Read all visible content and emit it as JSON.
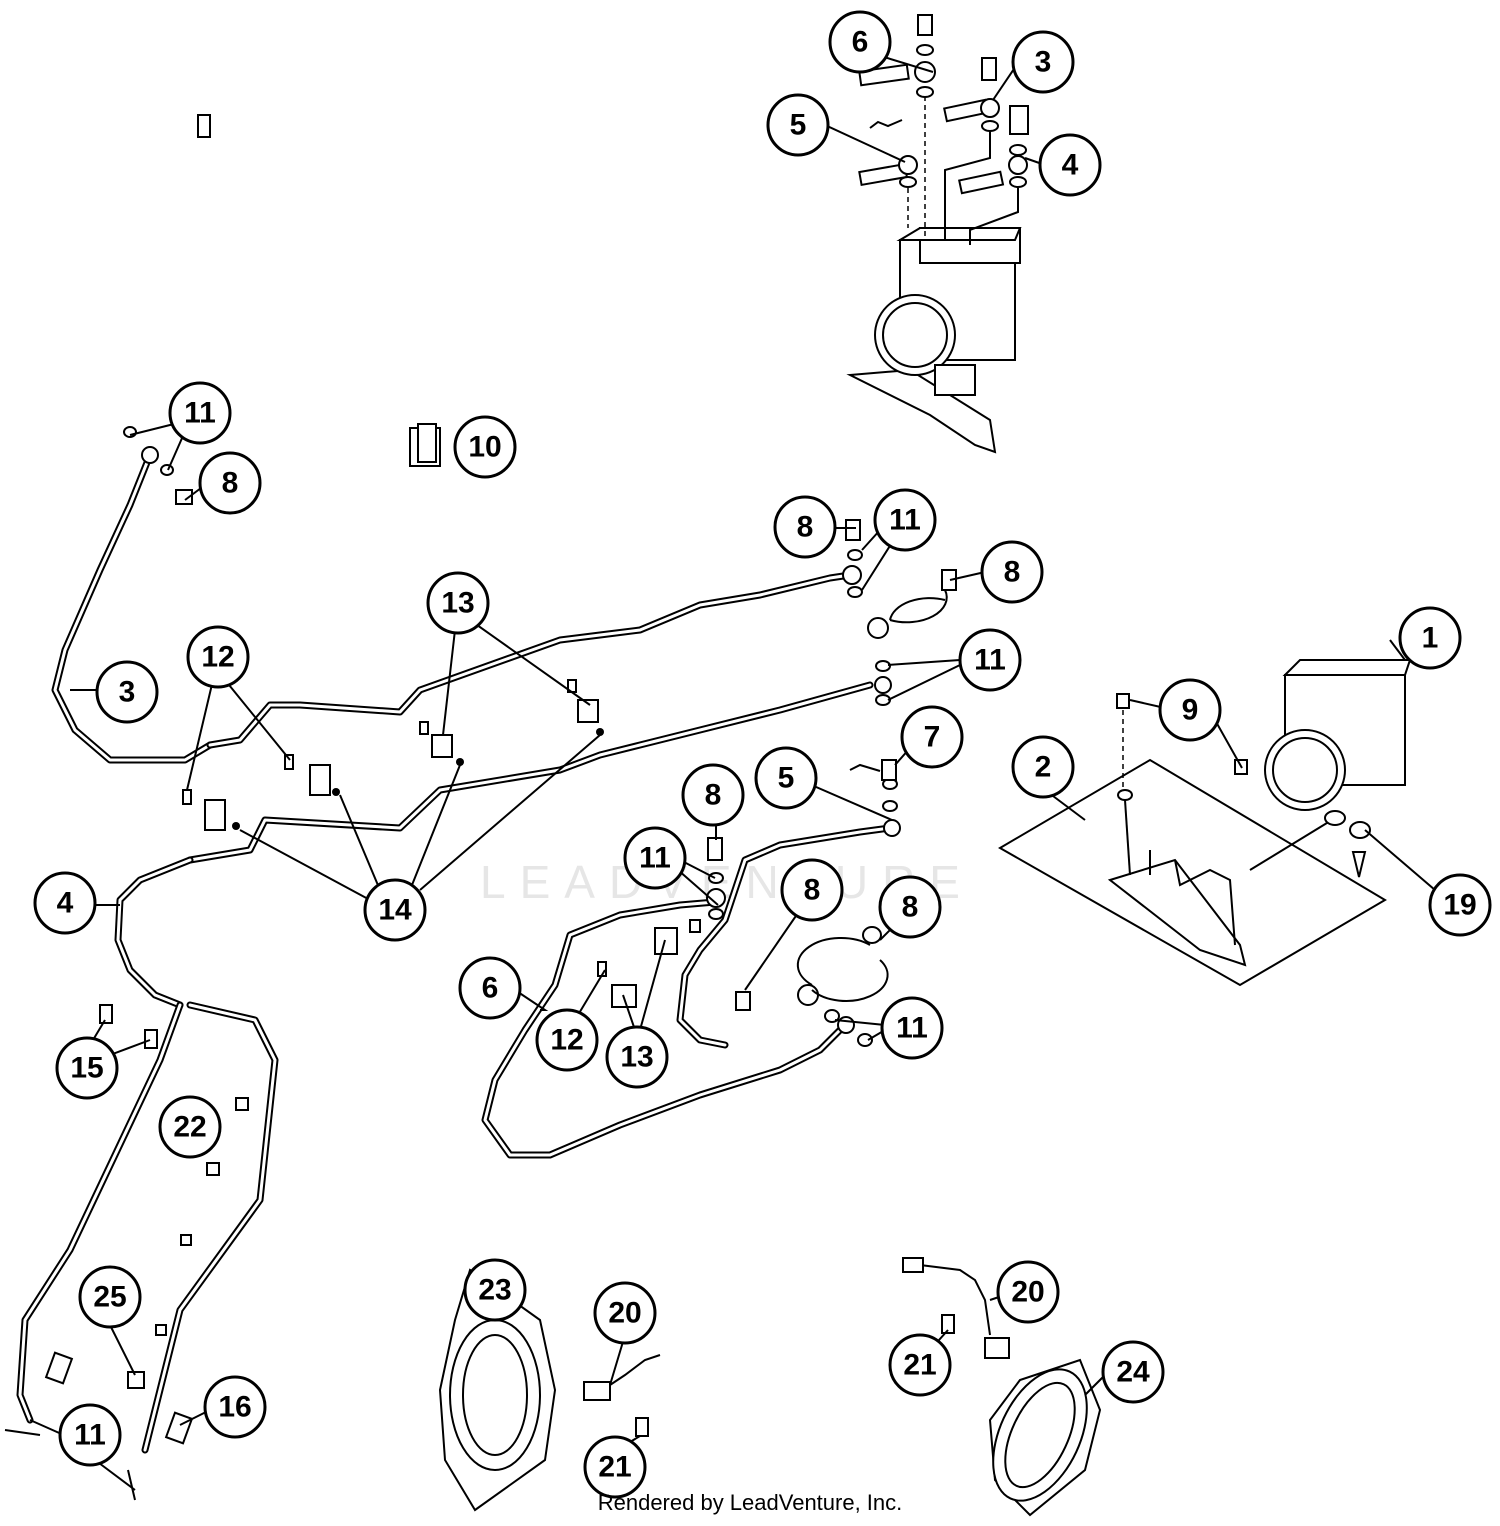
{
  "footer": "Rendered by LeadVenture, Inc.",
  "watermark": "LEADVENTURE",
  "callouts": {
    "c_6_top": "6",
    "c_3_top": "3",
    "c_5_top": "5",
    "c_4_top": "4",
    "c_11_a": "11",
    "c_8_a": "8",
    "c_10": "10",
    "c_8_b": "8",
    "c_11_b": "11",
    "c_8_c": "8",
    "c_11_c": "11",
    "c_13_a": "13",
    "c_12_a": "12",
    "c_3_mid": "3",
    "c_1": "1",
    "c_9": "9",
    "c_2": "2",
    "c_7": "7",
    "c_5_mid": "5",
    "c_8_d": "8",
    "c_11_d": "11",
    "c_8_e": "8",
    "c_8_f": "8",
    "c_14": "14",
    "c_4_mid": "4",
    "c_19": "19",
    "c_6_mid": "6",
    "c_12_b": "12",
    "c_13_b": "13",
    "c_11_e": "11",
    "c_15": "15",
    "c_22": "22",
    "c_23": "23",
    "c_20_a": "20",
    "c_20_b": "20",
    "c_25": "25",
    "c_21_a": "21",
    "c_24": "24",
    "c_16": "16",
    "c_11_f": "11",
    "c_21_b": "21"
  }
}
